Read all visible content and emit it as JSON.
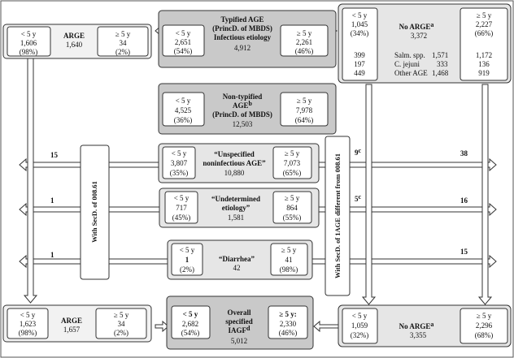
{
  "top_left": {
    "lt": "< 5 y",
    "lt_n": "1,606",
    "lt_p": "(98%)",
    "title": "ARGE",
    "total": "1,640",
    "gt": "≥ 5 y",
    "gt_n": "34",
    "gt_p": "(2%)"
  },
  "typified": {
    "lt": "< 5 y",
    "lt_n": "2,651",
    "lt_p": "(54%)",
    "title1": "Typified AGE",
    "title2": "(PrincD. of MBDS)",
    "title3": "Infectious etiology",
    "total": "4,912",
    "gt": "≥ 5 y",
    "gt_n": "2,261",
    "gt_p": "(46%)"
  },
  "no_arge_top": {
    "lt": "< 5 y",
    "lt_n": "1,045",
    "lt_p": "(34%)",
    "title": "No ARGE",
    "title_sup": "a",
    "total": "3,372",
    "gt": "≥ 5 y",
    "gt_n": "2,227",
    "gt_p": "(66%)",
    "rows": [
      {
        "lt": "399",
        "name": "Salm. spp.",
        "total": "1,571",
        "gt": "1,172"
      },
      {
        "lt": "197",
        "name": "C. jejuni",
        "total": "333",
        "gt": "136"
      },
      {
        "lt": "449",
        "name": "Other AGE",
        "total": "1,468",
        "gt": "919"
      }
    ]
  },
  "non_typified": {
    "lt": "< 5 y",
    "lt_n": "4,525",
    "lt_p": "(36%)",
    "title1": "Non-typified",
    "title2": "AGE",
    "title2_sup": "b",
    "title3": "(PrincD. of MBDS)",
    "total": "12,503",
    "gt": "≥ 5 y",
    "gt_n": "7,978",
    "gt_p": "(64%)"
  },
  "unspecified": {
    "lt": "< 5 y",
    "lt_n": "3,807",
    "lt_p": "(35%)",
    "title1": "“Unspecified",
    "title2": "noninfectious AGE”",
    "total": "10,880",
    "gt": "≥ 5 y",
    "gt_n": "7,073",
    "gt_p": "(65%)"
  },
  "undetermined": {
    "lt": "< 5 y",
    "lt_n": "717",
    "lt_p": "(45%)",
    "title1": "“Undetermined",
    "title2": "etiology”",
    "total": "1,581",
    "gt": "≥ 5 y",
    "gt_n": "864",
    "gt_p": "(55%)"
  },
  "diarrhea": {
    "lt": "< 5 y",
    "lt_n": "1",
    "lt_p": "(2%)",
    "title": "“Diarrhea”",
    "total": "42",
    "gt": "≥ 5 y",
    "gt_n": "41",
    "gt_p": "(98%)"
  },
  "bottom_left": {
    "lt": "< 5 y",
    "lt_n": "1,623",
    "lt_p": "(98%)",
    "title": "ARGE",
    "total": "1,657",
    "gt": "≥ 5 y",
    "gt_n": "34",
    "gt_p": "(2%)"
  },
  "overall": {
    "lt": "< 5 y",
    "lt_n": "2,682",
    "lt_p": "(54%)",
    "title1": "Overall",
    "title2": "specified",
    "title3": "IAGF",
    "title3_sup": "d",
    "total": "5,012",
    "gt": "≥ 5 y:",
    "gt_n": "2,330",
    "gt_p": "(46%)"
  },
  "no_arge_bottom": {
    "lt": "< 5 y",
    "lt_n": "1,059",
    "lt_p": "(32%)",
    "title": "No ARGE",
    "title_sup": "a",
    "total": "3,355",
    "gt": "≥ 5 y",
    "gt_n": "2,296",
    "gt_p": "(68%)"
  },
  "side_labels": {
    "left": "With SecD. of 008.61",
    "right": "With SecD. of 1AGE different from  008.61"
  },
  "arrow_labels": {
    "left_unspecified": "15",
    "left_undetermined": "1",
    "left_diarrhea": "1",
    "mid_unspecified": "9",
    "mid_unspecified_sup": "c",
    "mid_undetermined": "5",
    "mid_undetermined_sup": "c",
    "right_unspecified": "38",
    "right_undetermined": "16",
    "right_diarrhea": "15"
  }
}
